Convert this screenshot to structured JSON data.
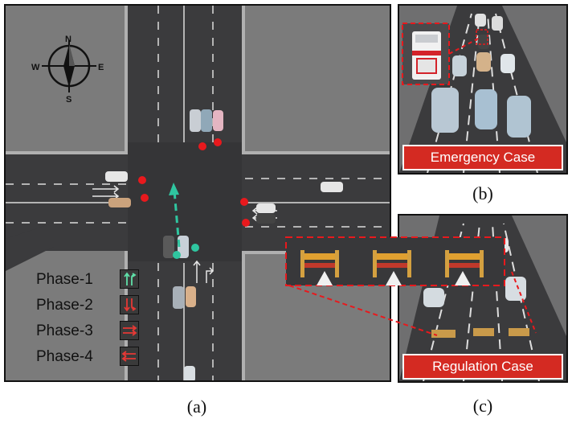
{
  "captions": {
    "a": "(a)",
    "b": "(b)",
    "c": "(c)"
  },
  "compass": {
    "n": "N",
    "s": "S",
    "e": "E",
    "w": "W"
  },
  "phases": [
    {
      "label": "Phase-1",
      "icon": "straight-and-right-arrows-icon",
      "color": "#5fe0a8"
    },
    {
      "label": "Phase-2",
      "icon": "straight-and-left-arrows-icon",
      "color": "#e53935"
    },
    {
      "label": "Phase-3",
      "icon": "east-arrows-icon",
      "color": "#e53935"
    },
    {
      "label": "Phase-4",
      "icon": "west-arrows-icon",
      "color": "#e53935"
    }
  ],
  "cases": {
    "emergency": "Emergency Case",
    "regulation": "Regulation Case"
  },
  "colors": {
    "signal": "#e8191d",
    "path": "#2fc6a0",
    "asphalt": "#3b3b3d",
    "ground": "#7a7a7a",
    "highlight": "#d42a22"
  }
}
